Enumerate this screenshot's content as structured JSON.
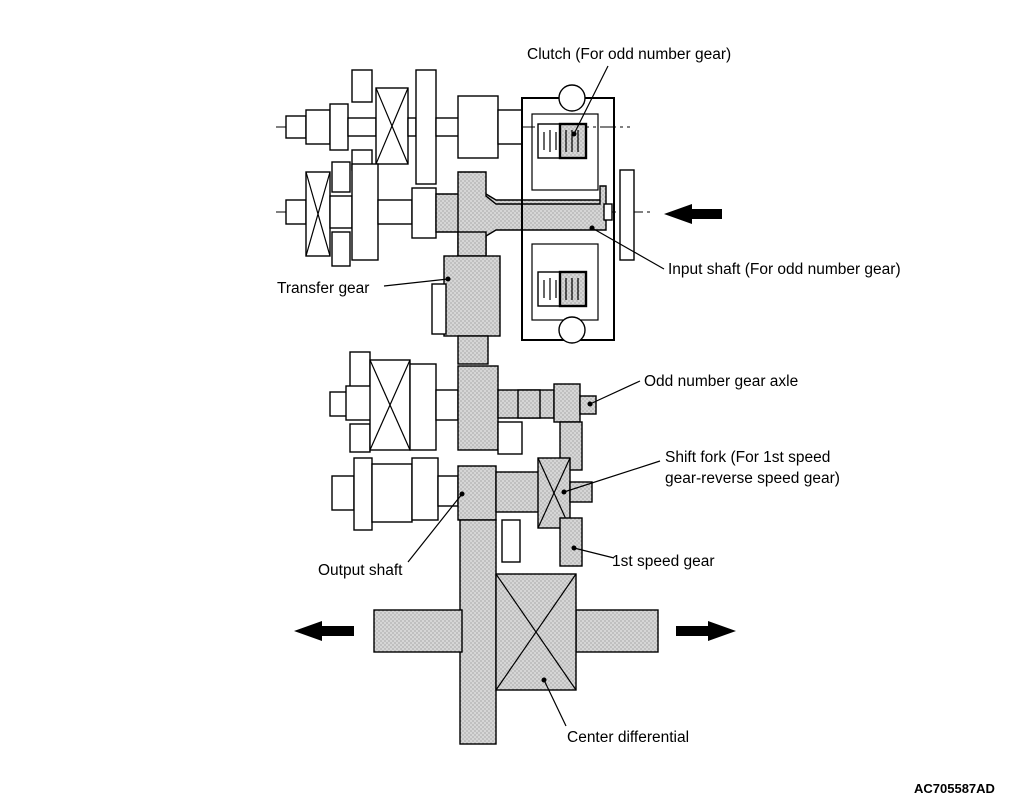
{
  "labels": {
    "clutch": "Clutch (For odd number gear)",
    "input_shaft": "Input shaft (For odd number gear)",
    "transfer_gear": "Transfer gear",
    "odd_axle": "Odd number gear axle",
    "shift_fork_line1": "Shift fork (For 1st speed",
    "shift_fork_line2": "gear-reverse speed gear)",
    "first_speed_gear": "1st speed gear",
    "output_shaft": "Output shaft",
    "center_diff": "Center differential"
  },
  "figure_code": "AC705587AD",
  "colors": {
    "line": "#000000",
    "highlight_fill": "#d6d6d6",
    "background": "#ffffff"
  }
}
